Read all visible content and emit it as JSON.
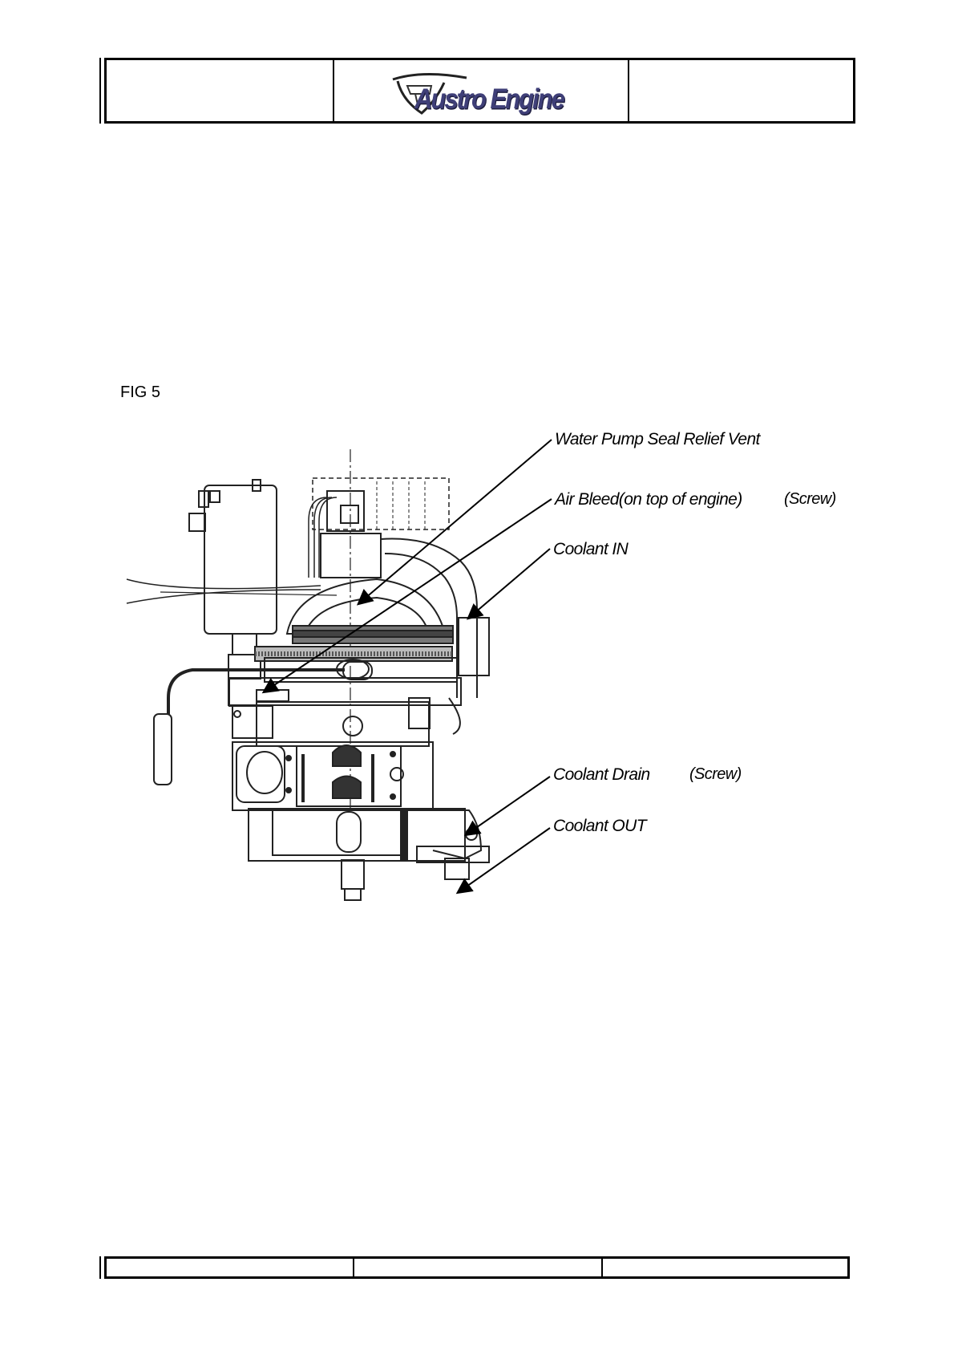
{
  "header": {
    "brand": "Austro Engine"
  },
  "figure": {
    "label": "FIG 5",
    "callouts": {
      "water_pump_vent": "Water Pump Seal Relief Vent",
      "air_bleed": "Air Bleed(on top of engine)",
      "air_bleed_note": "(Screw)",
      "coolant_in": "Coolant IN",
      "coolant_drain": "Coolant Drain",
      "coolant_drain_note": "(Screw)",
      "coolant_out": "Coolant OUT"
    }
  },
  "colors": {
    "brand": "#3f3f78",
    "line": "#000000"
  }
}
